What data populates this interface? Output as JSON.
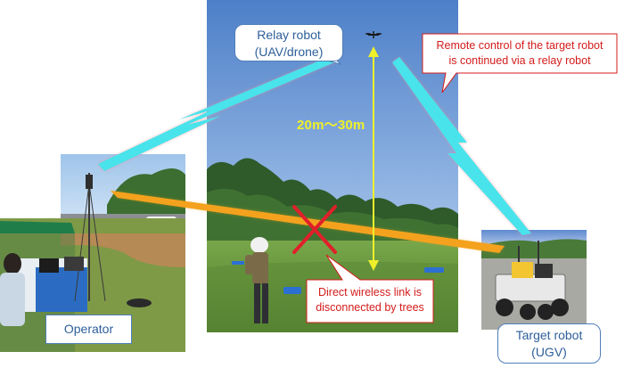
{
  "labels": {
    "relay_robot_line1": "Relay robot",
    "relay_robot_line2": "(UAV/drone)",
    "operator": "Operator",
    "target_robot_line1": "Target robot",
    "target_robot_line2": "(UGV)",
    "distance": "20m〜30m"
  },
  "callouts": {
    "relay_note_line1": "Remote control of the target robot",
    "relay_note_line2": "is continued via a relay robot",
    "blocked_line1": "Direct wireless link is",
    "blocked_line2": "disconnected  by trees"
  },
  "colors": {
    "label_text": "#2d5f9a",
    "label_border": "#4f7fb8",
    "callout_text": "#d41b1b",
    "callout_border": "#d41b1b",
    "wireless_link": "#49e3ec",
    "blocked_link": "#f4a21e",
    "cross": "#e0202a",
    "distance_arrow": "#f0f02a"
  },
  "icons": {
    "drone": "drone-icon",
    "blocked": "cross-mark-icon"
  }
}
